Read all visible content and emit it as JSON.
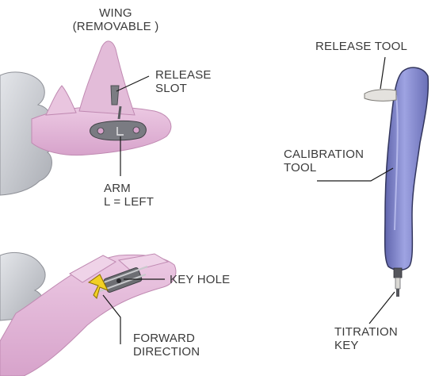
{
  "labels": {
    "wing": [
      "WING",
      "(REMOVABLE )"
    ],
    "release_slot": [
      "RELEASE",
      "SLOT"
    ],
    "arm": [
      "ARM",
      "L = LEFT"
    ],
    "key_hole": "KEY HOLE",
    "forward_direction": [
      "FORWARD",
      "DIRECTION"
    ],
    "release_tool": "RELEASE TOOL",
    "calibration_tool": [
      "CALIBRATION",
      "TOOL"
    ],
    "titration_key": [
      "TITRATION",
      "KEY"
    ]
  },
  "colors": {
    "label_text": "#3a3a3a",
    "leader_line": "#1a1a1a",
    "appliance_pink": "#e2b6d6",
    "appliance_pink_dark": "#c98fba",
    "tool_blue": "#8a8fd4",
    "tool_blue_dark": "#5a5fa6",
    "glove_gray": "#c9cbd0",
    "arrow_yellow": "#f2d024",
    "metal_gray": "#6d6e73"
  },
  "icons": [
    "left-glove-hand-icon",
    "appliance-wing-icon",
    "metal-arm-icon",
    "expander-screw-icon",
    "forward-arrow-icon",
    "calibration-tool-icon",
    "release-tool-tip-icon",
    "titration-key-icon"
  ]
}
